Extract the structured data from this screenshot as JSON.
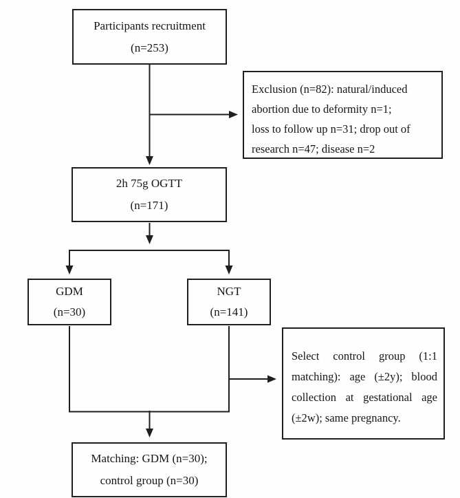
{
  "figure": {
    "background": "#fdfdfd",
    "border_color": "#1f1f1f",
    "text_color": "#161616"
  },
  "nodes": {
    "recruitment": {
      "line1": "Participants recruitment",
      "line2": "(n=253)"
    },
    "exclusion": {
      "line1": "Exclusion (n=82): natural/induced",
      "line2": "abortion due to deformity n=1;",
      "line3": "loss to follow up n=31; drop out of",
      "line4": "research n=47; disease n=2"
    },
    "ogtt": {
      "line1": "2h 75g OGTT",
      "line2": "(n=171)"
    },
    "gdm": {
      "line1": "GDM",
      "line2": "(n=30)"
    },
    "ngt": {
      "line1": "NGT",
      "line2": "(n=141)"
    },
    "select_control": {
      "line1": "Select control group (1:1",
      "line2": "matching): age (±2y); blood",
      "line3": "collection at gestational age",
      "line4": "(±2w); same pregnancy."
    },
    "matching": {
      "line1": "Matching: GDM (n=30);",
      "line2": "control group (n=30)"
    }
  }
}
